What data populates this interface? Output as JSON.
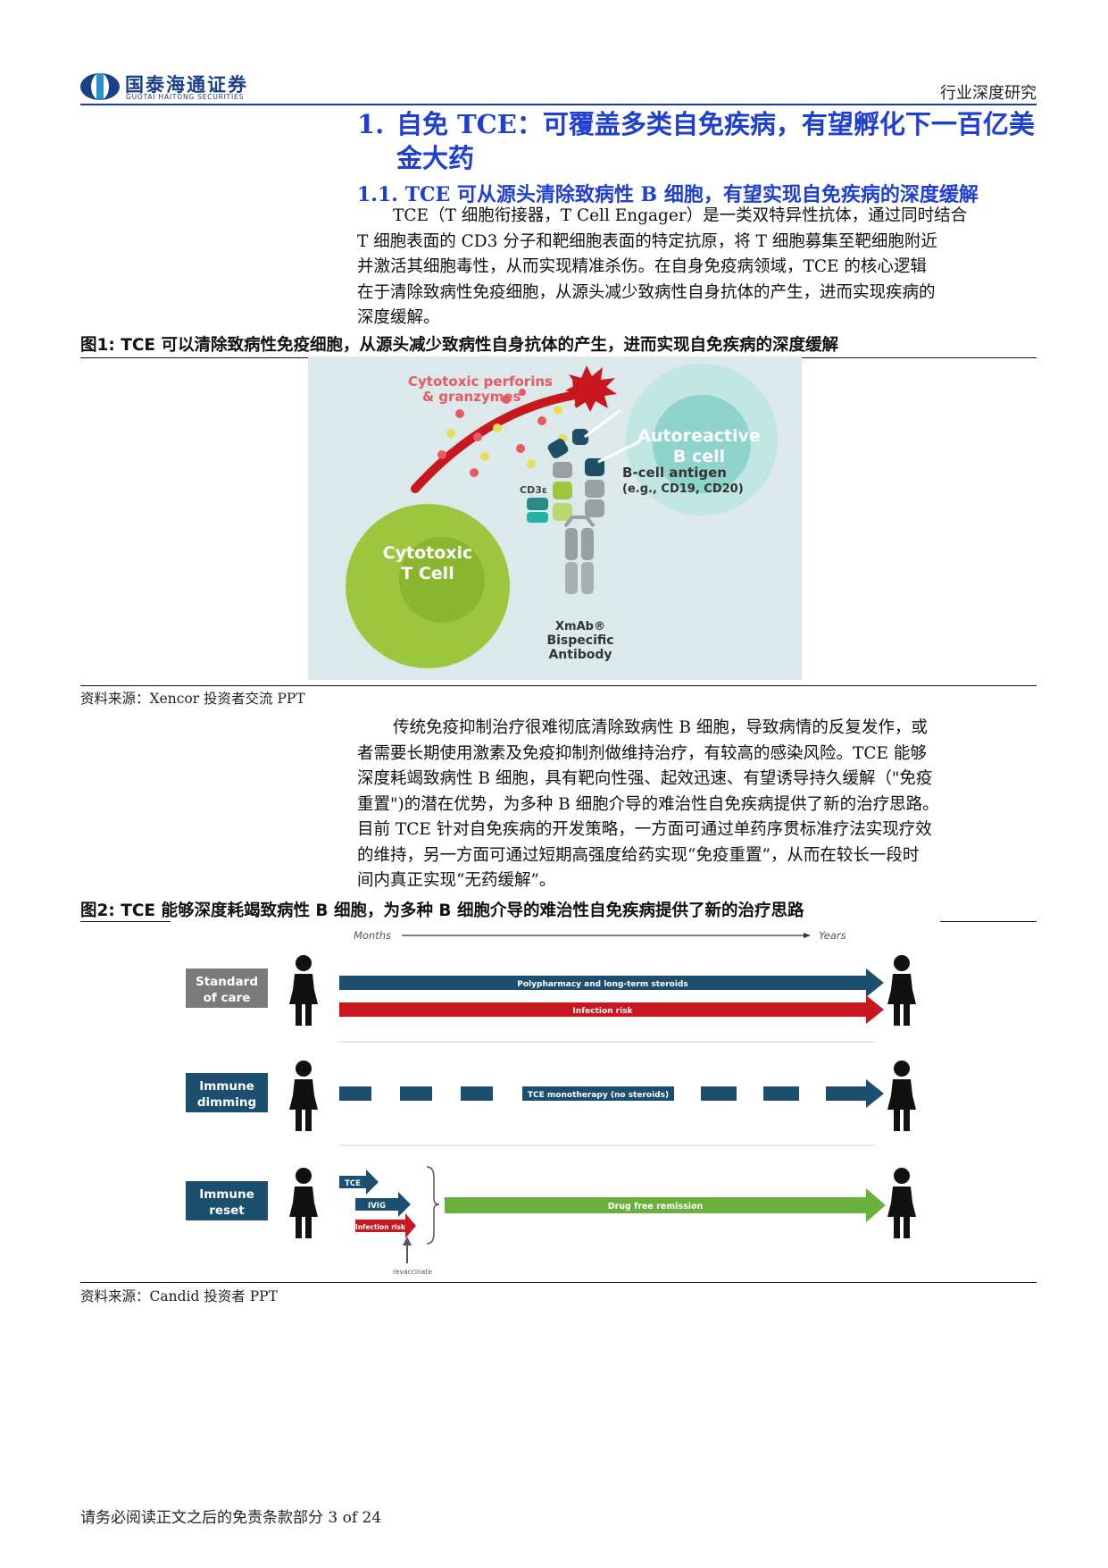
{
  "header": {
    "logo_cn": "国泰海通证券",
    "logo_en": "GUOTAI HAITONG SECURITIES",
    "report_type": "行业深度研究"
  },
  "section": {
    "num": "1.",
    "title_line1": "自免 TCE：可覆盖多类自免疾病，有望孵化下一百亿美",
    "title_line2": "金大药",
    "sub_title": "1.1. TCE 可从源头清除致病性 B 细胞，有望实现自免疾病的深度缓解"
  },
  "para1": [
    "TCE（T 细胞衔接器，T Cell Engager）是一类双特异性抗体，通过同时结合",
    "T 细胞表面的 CD3 分子和靶细胞表面的特定抗原，将 T 细胞募集至靶细胞附近",
    "并激活其细胞毒性，从而实现精准杀伤。在自身免疫病领域，TCE 的核心逻辑",
    "在于清除致病性免疫细胞，从源头减少致病性自身抗体的产生，进而实现疾病的",
    "深度缓解。"
  ],
  "fig1": {
    "title": "图1:  TCE 可以清除致病性免疫细胞，从源头减少致病性自身抗体的产生，进而实现自免疾病的深度缓解",
    "perforin_label1": "Cytotoxic perforins",
    "perforin_label2": "& granzymes",
    "b_cell1": "Autoreactive",
    "b_cell2": "B cell",
    "t_cell1": "Cytotoxic",
    "t_cell2": "T Cell",
    "cd3": "CD3ε",
    "antigen1": "B-cell antigen",
    "antigen2": "(e.g., CD19, CD20)",
    "xmab1": "XmAb®",
    "xmab2": "Bispecific",
    "xmab3": "Antibody",
    "source": "资料来源：Xencor 投资者交流 PPT"
  },
  "para2": [
    "传统免疫抑制治疗很难彻底清除致病性 B 细胞，导致病情的反复发作，或",
    "者需要长期使用激素及免疫抑制剂做维持治疗，有较高的感染风险。TCE 能够",
    "深度耗竭致病性 B 细胞，具有靶向性强、起效迅速、有望诱导持久缓解（\"免疫",
    "重置\")的潜在优势，为多种 B 细胞介导的难治性自免疾病提供了新的治疗思路。",
    "目前 TCE 针对自免疾病的开发策略，一方面可通过单药序贯标准疗法实现疗效",
    "的维持，另一方面可通过短期高强度给药实现“免疫重置”，从而在较长一段时",
    "间内真正实现“无药缓解”。"
  ],
  "fig2": {
    "title": "图2:  TCE 能够深度耗竭致病性 B 细胞，为多种 B 细胞介导的难治性自免疾病提供了新的治疗思路",
    "months": "Months",
    "years": "Years",
    "row1_label1": "Standard",
    "row1_label2": "of care",
    "row1_arrow1": "Polypharmacy and long-term steroids",
    "row1_arrow2": "Infection risk",
    "row2_label1": "Immune",
    "row2_label2": "dimming",
    "row2_arrow": "TCE monotherapy (no steroids)",
    "row3_label1": "Immune",
    "row3_label2": "reset",
    "row3_tce": "TCE",
    "row3_ivig": "IVIG",
    "row3_infection": "Infection risk",
    "row3_revaccinate": "revaccinate",
    "row3_arrow": "Drug free remission",
    "source": "资料来源：Candid 投资者 PPT"
  },
  "footer": {
    "text": "请务必阅读正文之后的免责条款部分 3 of 24"
  },
  "colors": {
    "brand_blue": "#1a3e8c",
    "heading_blue": "#1f3fd3",
    "fig1_bg": "#dbe9ea",
    "tcell_green": "#9dc63f",
    "bcell_teal": "#8fd3cc",
    "arrow_red": "#c8171e",
    "label_slate": "#7a7a7a",
    "row_navy": "#1c4f6f",
    "drug_green": "#6ab03d"
  }
}
